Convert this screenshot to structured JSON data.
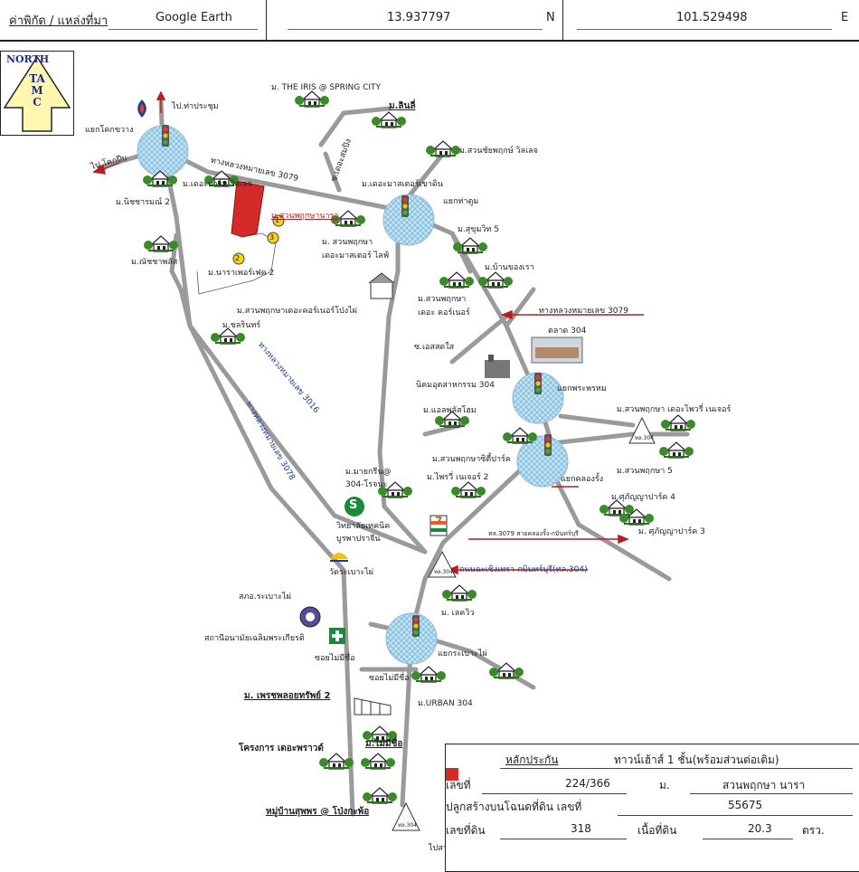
{
  "header": {
    "coord_label": "ค่าพิกัด / แหล่งที่มา",
    "source": "Google Earth",
    "latitude": "13.937797",
    "lat_dir": "N",
    "longitude": "101.529498",
    "lon_dir": "E"
  },
  "compass": {
    "north": "NORTH",
    "brand": "TAMC"
  },
  "colors": {
    "subject": "#d42a2a",
    "intersection": "#a9d6ee",
    "road": "#9a9a9a",
    "arrow": "#b81c1c",
    "route": "#1a3d8f"
  },
  "labels": {
    "iris": "ม. THE IRIS @ SPRING CITY",
    "linlee": "ม.ลินลี่",
    "tha_prachum": "ไป.ท่าประชุม",
    "khok_kwang": "แยกโคกขวาง",
    "to_khokpip": "ไป โคกปีบ",
    "nithi": "ม.นิชชารมณ์ 2",
    "master_villa": "ม.เดอะปาร์ม วิลเลจ",
    "hwy3079_a": "ทางหลวงหมายเลข 3079",
    "soi_saeng": "ซ.เดอะสมปิง",
    "master_khaodin": "ม.เดอะมาสเตอร์เขาดิน",
    "chaiphruk": "ม.สวนชัยพฤกษ์ วิลเลจ",
    "tha_tum": "แยกท่าตูม",
    "sukhumvit": "ม.สุขุมวิท 5",
    "subject": "ม.สวนพฤกษานารา",
    "suan_master": "ม. สวนพฤกษา",
    "master_life": "เดอะมาสเตอร์ ไลฟ์",
    "chadcha": "ม.ณัชชาพลัส",
    "nara_perfect": "ม.นาราเพอร์เฟค 2",
    "baan_khong": "ม.บ้านของเรา",
    "corner1": "ม.สวนพฤกษา",
    "corner2": "เดอะ คอร์เนอร์",
    "corner_pinpai": "ม.สวนพฤกษาเดอะคอร์เนอร์โป่งไผ่",
    "hwy3079_b": "ทางหลวงหมายเลข 3079",
    "market": "ตลาด 304",
    "chonrin": "ม.ชลรินทร์",
    "soi_esdel": "ซ.เอสสดใส",
    "industrial": "นิคมอุตสาหกรรม 304",
    "phra_phrom": "แยกพระพรหม",
    "hwy3016": "ทางหลวงหมายเลข 3016",
    "alpha": "ม.แอลพลัสโฮม",
    "suan_tree": "ม.สวนพฤกษา เดอะไพวรี่ เนเจอร์",
    "hwy3078": "ทางหลวงหมายเลข 3078",
    "city_park": "ม.สวนพฤกษาซิตี้ปาร์ค",
    "suan5": "ม.สวนพฤกษา 5",
    "maigreen1": "ม.มายกรีน@",
    "maigreen2": "304-โรจนะ",
    "pryce": "ม.ไพรวี่ เนเจอร์ 2",
    "khlong_rang": "แยกคลองรั้ง",
    "kanya4": "ม.ศุภัญญาปาร์ค 4",
    "tech1": "วิทยาลัยเทคนิค",
    "tech2": "บูรพาปราจีน",
    "route3079_text": "ทล.3079 สายคลองรั้ง-กบินทร์บุรี",
    "kanya3": "ม. ศุภัญญาปาร์ค 3",
    "wat": "วัดระเบาะไผ่",
    "road_304": "ถนนฉะเชิงเทรา-กบินทร์บุรี(ทล.304)",
    "sor_tor": "สภอ.ระเบาะไผ่",
    "lakeview": "ม. เลควิว",
    "health": "สถานีอนามัยเฉลิมพระเกียรติ",
    "soi_noname": "ซอยไม่มีชื่อ",
    "rabao_junction": "แยกระเบาะไผ่",
    "soi_noname2": "ซอยไม่มีชื่อ",
    "phet": "ม. เพรชพลอยทรัพย์ 2",
    "urban": "ม.URBAN 304",
    "mai_mi": "ม.ไม่มีชื่อ",
    "project": "โครงการ เดอะพราวด์",
    "suphap": "หมู่บ้านสุพพร @ โป่งกะพ้อ",
    "to_bottom": "ไปสามแยกเขาหินซ้อน",
    "badge_304": "ทล.304",
    "seven": "7"
  },
  "markers": {
    "m1": "1",
    "m2": "2",
    "m3": "3",
    "s": "S"
  },
  "info": {
    "collateral_label": "หลักประกัน",
    "collateral_type": "ทาวน์เฮ้าส์ 1 ชั้น(พร้อมส่วนต่อเติม)",
    "number_label": "เลขที่",
    "number": "224/366",
    "moo_label": "ม.",
    "village": "สวนพฤกษา นารา",
    "deed_label": "ปลูกสร้างบนโฉนดที่ดิน เลขที่",
    "deed": "55675",
    "land_no_label": "เลขที่ดิน",
    "land_no": "318",
    "area_label": "เนื้อที่ดิน",
    "area": "20.3",
    "area_unit": "ตรว."
  }
}
